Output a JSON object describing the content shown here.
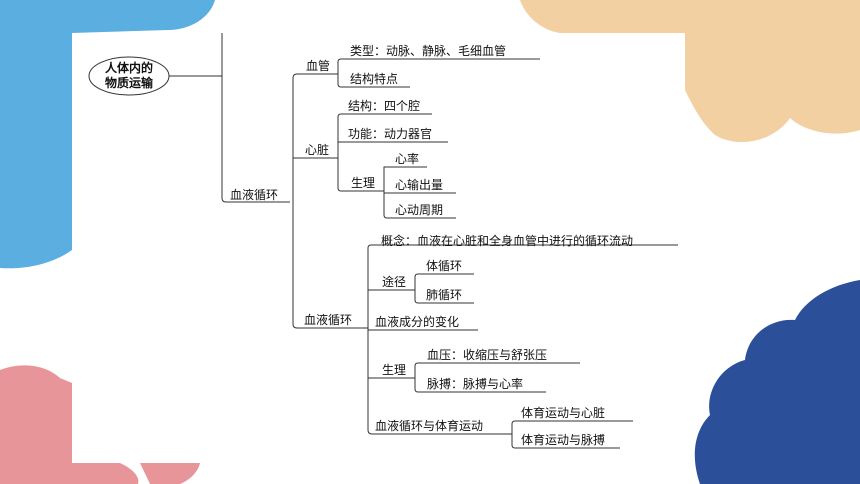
{
  "colors": {
    "blue_blob": "#5aaee0",
    "peach_blob": "#f2d0a2",
    "navy_blob": "#2c4f9a",
    "pink_blob": "#e8959a",
    "line": "#333333"
  },
  "mindmap": {
    "root": {
      "line1": "人体内的",
      "line2": "物质运输"
    },
    "level1": "血液循环",
    "vessels": {
      "label": "血管",
      "types": "类型：动脉、静脉、毛细血管",
      "features": "结构特点"
    },
    "heart": {
      "label": "心脏",
      "structure": "结构：四个腔",
      "function": "功能：动力器官",
      "physiology": {
        "label": "生理",
        "items": [
          "心率",
          "心输出量",
          "心动周期"
        ]
      }
    },
    "circulation": {
      "label": "血液循环",
      "concept": "概念：血液在心脏和全身血管中进行的循环流动",
      "pathway": {
        "label": "途径",
        "items": [
          "体循环",
          "肺循环"
        ]
      },
      "composition": "血液成分的变化",
      "physiology": {
        "label": "生理",
        "items": [
          "血压：收缩压与舒张压",
          "脉搏：脉搏与心率"
        ]
      },
      "exercise": {
        "label": "血液循环与体育运动",
        "items": [
          "体育运动与心脏",
          "体育运动与脉搏"
        ]
      }
    }
  }
}
